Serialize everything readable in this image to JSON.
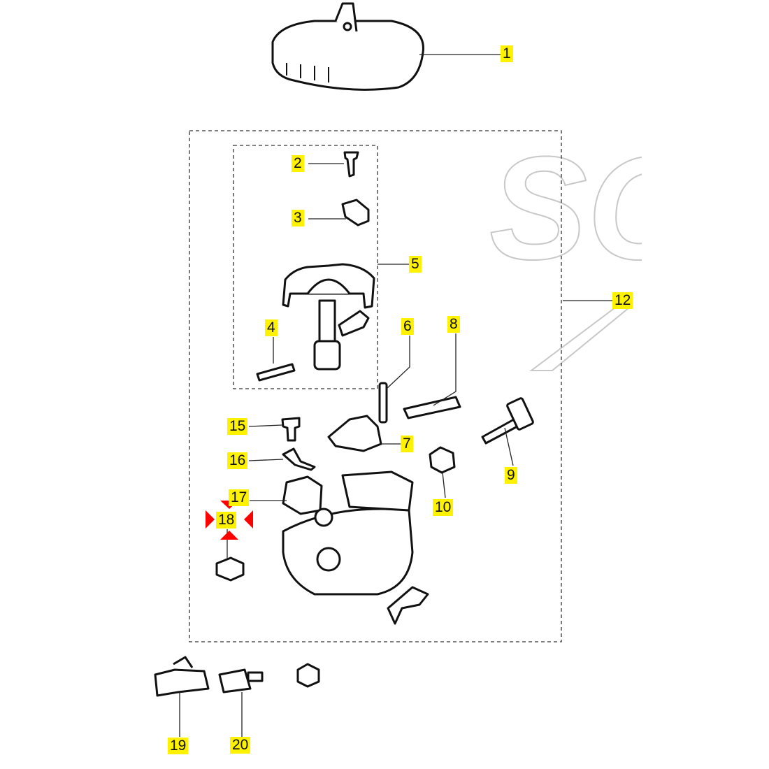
{
  "diagram": {
    "watermark": "SC",
    "colors": {
      "label_bg": "#fff200",
      "marker": "#ff0000",
      "line": "#222222",
      "watermark": "#c8c8c8"
    },
    "selected_label": "18",
    "labels": [
      {
        "id": "1",
        "text": "1"
      },
      {
        "id": "2",
        "text": "2"
      },
      {
        "id": "3",
        "text": "3"
      },
      {
        "id": "4",
        "text": "4"
      },
      {
        "id": "5",
        "text": "5"
      },
      {
        "id": "6",
        "text": "6"
      },
      {
        "id": "7",
        "text": "7"
      },
      {
        "id": "8",
        "text": "8"
      },
      {
        "id": "9",
        "text": "9"
      },
      {
        "id": "10",
        "text": "10"
      },
      {
        "id": "12",
        "text": "12"
      },
      {
        "id": "15",
        "text": "15"
      },
      {
        "id": "16",
        "text": "16"
      },
      {
        "id": "17",
        "text": "17"
      },
      {
        "id": "18",
        "text": "18"
      },
      {
        "id": "19",
        "text": "19"
      },
      {
        "id": "20",
        "text": "20"
      }
    ]
  }
}
